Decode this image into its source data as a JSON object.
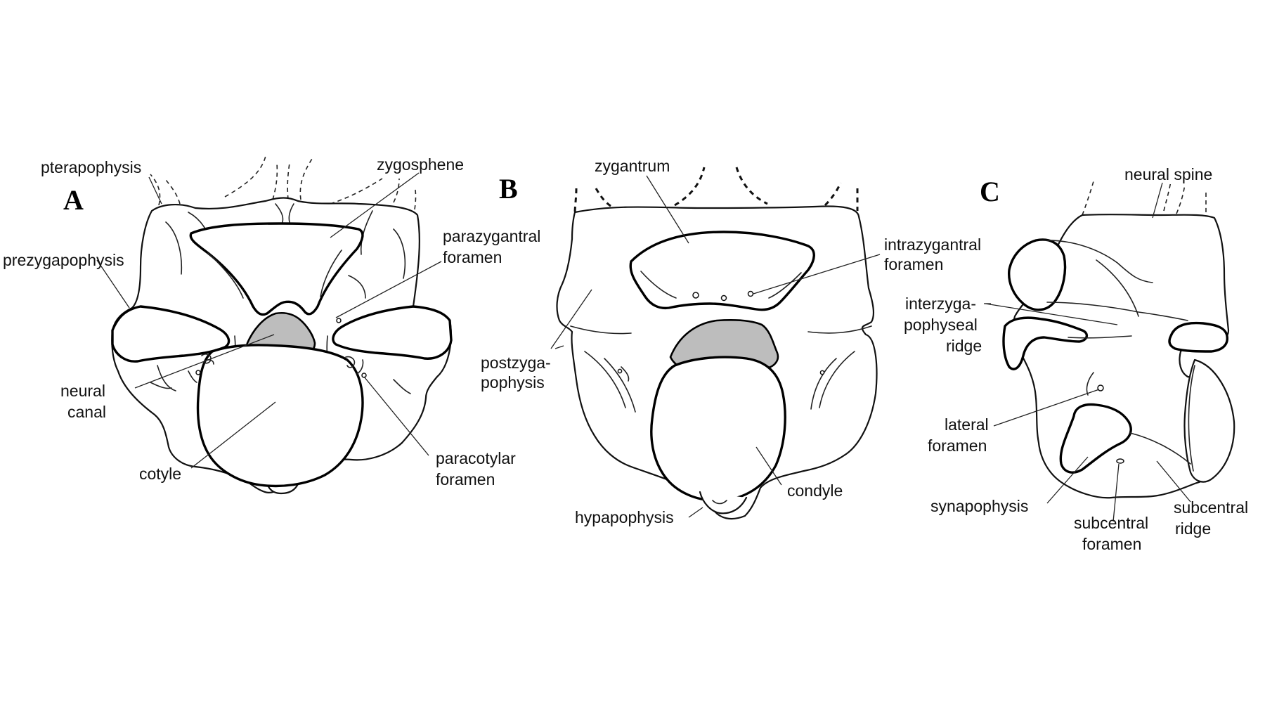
{
  "panels": {
    "a": "A",
    "b": "B",
    "c": "C"
  },
  "labels_a": {
    "pterapophysis": "pterapophysis",
    "zygosphene": "zygosphene",
    "prezygapophysis": "prezygapophysis",
    "parazygantral_1": "parazygantral",
    "parazygantral_2": "foramen",
    "neural_canal_1": "neural",
    "neural_canal_2": "canal",
    "cotyle": "cotyle",
    "paracotylar_1": "paracotylar",
    "paracotylar_2": "foramen"
  },
  "labels_b": {
    "zygantrum": "zygantrum",
    "intrazygantral_1": "intrazygantral",
    "intrazygantral_2": "foramen",
    "postzyga_1": "postzyga-",
    "postzyga_2": "pophysis",
    "hypapophysis": "hypapophysis",
    "condyle": "condyle"
  },
  "labels_c": {
    "neural_spine": "neural spine",
    "interzyga_1": "interzyga-",
    "interzyga_2": "pophyseal",
    "interzyga_3": "ridge",
    "lateral_1": "lateral",
    "lateral_2": "foramen",
    "synapophysis": "synapophysis",
    "subcentral_foramen_1": "subcentral",
    "subcentral_foramen_2": "foramen",
    "subcentral_ridge_1": "subcentral",
    "subcentral_ridge_2": "ridge"
  }
}
